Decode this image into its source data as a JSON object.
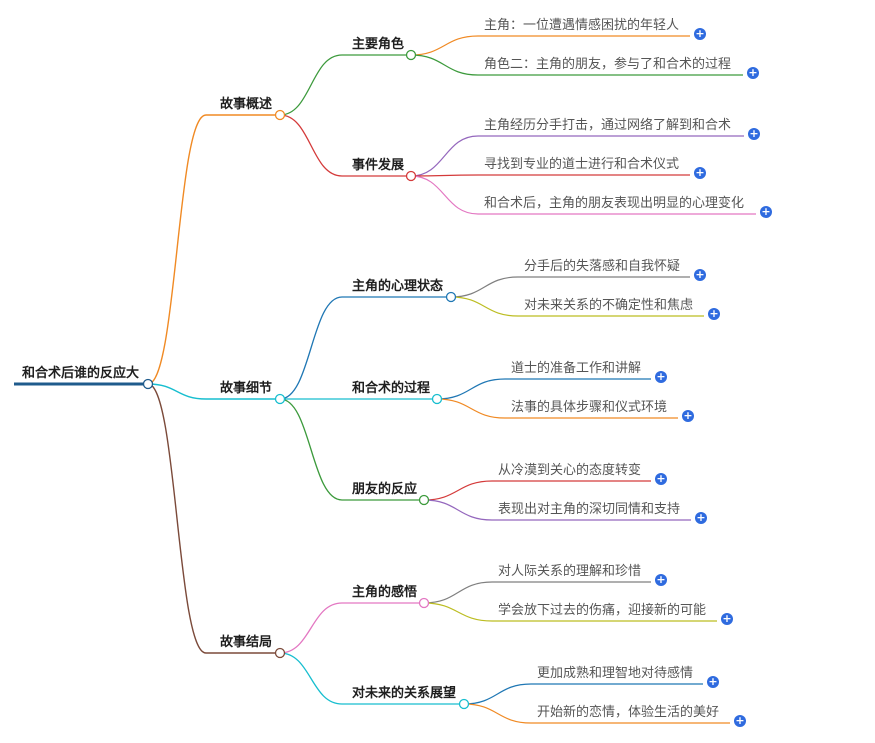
{
  "root": {
    "label": "和合术后谁的反应大",
    "color": "#1f5b8c",
    "children": [
      {
        "label": "故事概述",
        "color": "#f08a24",
        "children": [
          {
            "label": "主要角色",
            "color": "#3c9a3c",
            "children": [
              {
                "label": "主角：一位遭遇情感困扰的年轻人",
                "color": "#f08a24"
              },
              {
                "label": "角色二：主角的朋友，参与了和合术的过程",
                "color": "#3c9a3c"
              }
            ]
          },
          {
            "label": "事件发展",
            "color": "#d43a3a",
            "children": [
              {
                "label": "主角经历分手打击，通过网络了解到和合术",
                "color": "#9467bd"
              },
              {
                "label": "寻找到专业的道士进行和合术仪式",
                "color": "#d43a3a"
              },
              {
                "label": "和合术后，主角的朋友表现出明显的心理变化",
                "color": "#e377c2"
              }
            ]
          }
        ]
      },
      {
        "label": "故事细节",
        "color": "#17becf",
        "children": [
          {
            "label": "主角的心理状态",
            "color": "#1f77b4",
            "children": [
              {
                "label": "分手后的失落感和自我怀疑",
                "color": "#7f7f7f"
              },
              {
                "label": "对未来关系的不确定性和焦虑",
                "color": "#bcbd22"
              }
            ]
          },
          {
            "label": "和合术的过程",
            "color": "#17becf",
            "children": [
              {
                "label": "道士的准备工作和讲解",
                "color": "#1f77b4"
              },
              {
                "label": "法事的具体步骤和仪式环境",
                "color": "#f08a24"
              }
            ]
          },
          {
            "label": "朋友的反应",
            "color": "#3c9a3c",
            "children": [
              {
                "label": "从冷漠到关心的态度转变",
                "color": "#d43a3a"
              },
              {
                "label": "表现出对主角的深切同情和支持",
                "color": "#9467bd"
              }
            ]
          }
        ]
      },
      {
        "label": "故事结局",
        "color": "#7b4a3a",
        "children": [
          {
            "label": "主角的感悟",
            "color": "#e377c2",
            "children": [
              {
                "label": "对人际关系的理解和珍惜",
                "color": "#7f7f7f"
              },
              {
                "label": "学会放下过去的伤痛，迎接新的可能",
                "color": "#bcbd22"
              }
            ]
          },
          {
            "label": "对未来的关系展望",
            "color": "#17becf",
            "children": [
              {
                "label": "更加成熟和理智地对待感情",
                "color": "#1f77b4"
              },
              {
                "label": "开始新的恋情，体验生活的美好",
                "color": "#f08a24"
              }
            ]
          }
        ]
      }
    ]
  },
  "expand_icon": "plus-icon"
}
